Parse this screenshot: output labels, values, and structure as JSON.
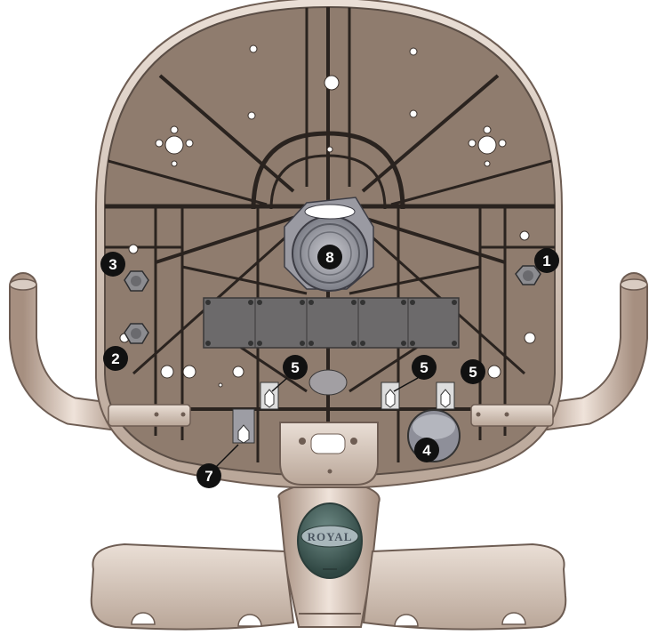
{
  "diagram": {
    "colors": {
      "plate_fill": "#8f7c6e",
      "plate_edge": "#5a4d45",
      "rib": "#2a231f",
      "frame_fill": "#d8c8bc",
      "frame_edge": "#6e5d53",
      "emblem": "#3e5a55",
      "callout": "#111111"
    },
    "emblem_text": "ROYAL",
    "callouts": [
      {
        "label": "1",
        "part": "nut-right"
      },
      {
        "label": "2",
        "part": "nut-left-lower"
      },
      {
        "label": "3",
        "part": "nut-left-upper"
      },
      {
        "label": "4",
        "part": "round-cup"
      },
      {
        "label": "5",
        "part": "bracket-left"
      },
      {
        "label": "5",
        "part": "bracket-center"
      },
      {
        "label": "5",
        "part": "bracket-right"
      },
      {
        "label": "7",
        "part": "small-bracket"
      },
      {
        "label": "8",
        "part": "center-hub"
      }
    ]
  }
}
